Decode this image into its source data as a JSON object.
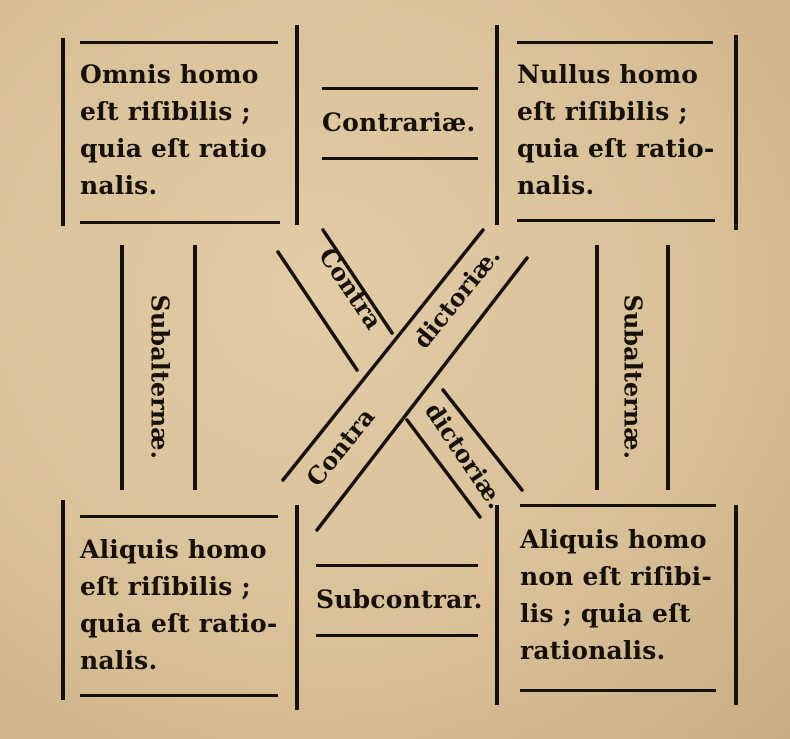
{
  "corners": {
    "top_left": {
      "lines": [
        "Omnis homo",
        "eſt riſibilis ;",
        "quia eſt ratio",
        "nalis."
      ]
    },
    "top_right": {
      "lines": [
        "Nullus homo",
        "eſt riſibilis ;",
        "quia eſt ratio-",
        "nalis."
      ]
    },
    "bottom_left": {
      "lines": [
        "Aliquis homo",
        "eſt riſibilis ;",
        "quia eſt ratio-",
        "nalis."
      ]
    },
    "bottom_right": {
      "lines": [
        "Aliquis homo",
        "non eſt riſibi-",
        "lis ; quia eſt",
        "rationalis."
      ]
    }
  },
  "relations": {
    "contrariae": "Contrariæ.",
    "subcontrariae": "Subcontrar.",
    "subalternae_left": "Subalternæ.",
    "subalternae_right": "Subalternæ.",
    "contradictoriae_a": {
      "part1": "Contra",
      "part2": "dictoriæ."
    },
    "contradictoriae_b": {
      "part1": "Contra",
      "part2": "dictoriæ."
    }
  }
}
